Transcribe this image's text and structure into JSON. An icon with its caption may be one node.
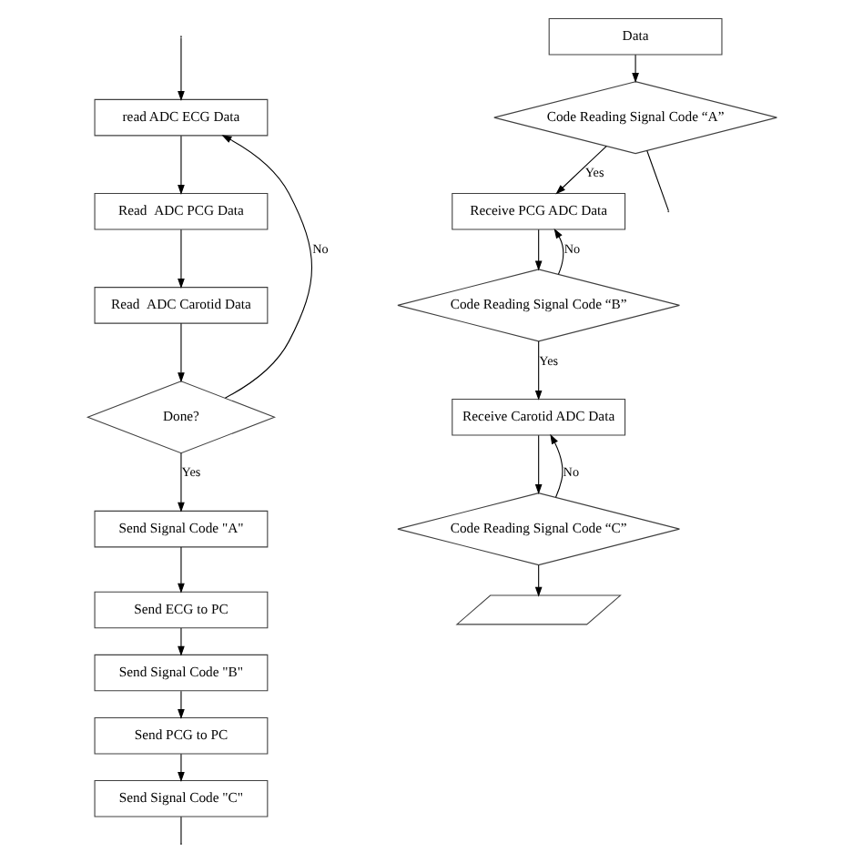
{
  "diagram": {
    "nodes": [
      {
        "text": [
          "read ADC ECG Data"
        ]
      },
      {
        "text": [
          "Read  ADC PCG Data"
        ]
      },
      {
        "text": [
          "Read  ADC Carotid Data"
        ]
      },
      {
        "text": [
          "Done?"
        ]
      },
      {
        "text": [
          "Send Signal Code \"A\""
        ]
      },
      {
        "text": [
          "Send ECG to PC"
        ]
      },
      {
        "text": [
          "Send Signal Code \"B\""
        ]
      },
      {
        "text": [
          "Send PCG to PC"
        ]
      },
      {
        "text": [
          "Send Signal Code \"C\""
        ]
      },
      {
        "text": [
          "Data"
        ]
      },
      {
        "text": [
          "Code Reading Signal Code “A”"
        ]
      },
      {
        "text": [
          "Receive PCG ADC Data"
        ]
      },
      {
        "text": [
          "Code Reading Signal Code “B”"
        ]
      },
      {
        "text": [
          "Receive Carotid ADC Data"
        ]
      },
      {
        "text": [
          "Code Reading Signal Code “C”"
        ]
      },
      {
        "text": [],
        "shape": "parallelogram"
      }
    ],
    "edges": [
      {
        "from": null,
        "to": 0,
        "arrow": "to"
      },
      {
        "from": 0,
        "to": 1,
        "arrow": "to"
      },
      {
        "from": 1,
        "to": 2,
        "arrow": "to"
      },
      {
        "from": 2,
        "to": 3,
        "arrow": "to"
      },
      {
        "from": 3,
        "to": 0,
        "arrow": "to",
        "label": "No"
      },
      {
        "from": 3,
        "to": 4,
        "arrow": "to",
        "label": "Yes"
      },
      {
        "from": 4,
        "to": 5,
        "arrow": "to"
      },
      {
        "from": 5,
        "to": 6,
        "arrow": "to"
      },
      {
        "from": 6,
        "to": 7,
        "arrow": "to"
      },
      {
        "from": 7,
        "to": 8,
        "arrow": "to"
      },
      {
        "from": 8,
        "to": null,
        "arrow": "none"
      },
      {
        "from": 9,
        "to": 10,
        "arrow": "to"
      },
      {
        "from": 10,
        "to": null,
        "arrow": "none"
      },
      {
        "from": 10,
        "to": 11,
        "arrow": "to",
        "label": "Yes"
      },
      {
        "from": 12,
        "to": 11,
        "arrow": "to",
        "label": "No"
      },
      {
        "from": 11,
        "to": 12,
        "arrow": "to"
      },
      {
        "from": 12,
        "to": 13,
        "arrow": "to",
        "label": "Yes"
      },
      {
        "from": 14,
        "to": 13,
        "arrow": "to",
        "label": "No"
      },
      {
        "from": 13,
        "to": 14,
        "arrow": "to"
      },
      {
        "from": 14,
        "to": 15,
        "arrow": "to"
      }
    ]
  }
}
